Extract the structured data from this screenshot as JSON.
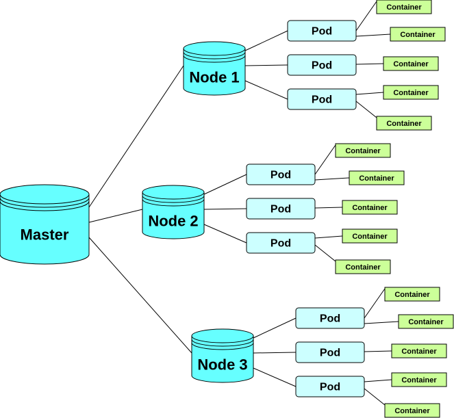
{
  "colors": {
    "cylinder_fill": "#66ffff",
    "pod_fill": "#ccffff",
    "container_fill": "#ccff99",
    "stroke": "#000000",
    "connector": "#000000"
  },
  "master": {
    "label": "Master"
  },
  "nodes": [
    {
      "label": "Node 1",
      "pods": [
        {
          "label": "Pod",
          "containers": [
            "Container",
            "Container"
          ]
        },
        {
          "label": "Pod",
          "containers": [
            "Container"
          ]
        },
        {
          "label": "Pod",
          "containers": [
            "Container",
            "Container"
          ]
        }
      ]
    },
    {
      "label": "Node 2",
      "pods": [
        {
          "label": "Pod",
          "containers": [
            "Container",
            "Container"
          ]
        },
        {
          "label": "Pod",
          "containers": [
            "Container"
          ]
        },
        {
          "label": "Pod",
          "containers": [
            "Container",
            "Container"
          ]
        }
      ]
    },
    {
      "label": "Node 3",
      "pods": [
        {
          "label": "Pod",
          "containers": [
            "Container",
            "Container"
          ]
        },
        {
          "label": "Pod",
          "containers": [
            "Container"
          ]
        },
        {
          "label": "Pod",
          "containers": [
            "Container",
            "Container"
          ]
        }
      ]
    }
  ]
}
